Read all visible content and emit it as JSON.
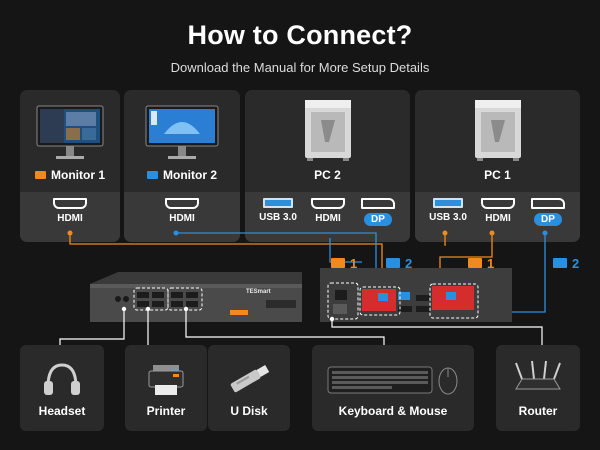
{
  "header": {
    "title": "How to Connect?",
    "subtitle": "Download the Manual for More Setup Details"
  },
  "top_devices": [
    {
      "name": "Monitor 1",
      "marker_color": "#f08a1c",
      "ports": [
        "HDMI"
      ]
    },
    {
      "name": "Monitor 2",
      "marker_color": "#2b8fe0",
      "ports": [
        "HDMI"
      ]
    },
    {
      "name": "PC 2",
      "ports": [
        "USB 3.0",
        "HDMI",
        "DP"
      ]
    },
    {
      "name": "PC 1",
      "ports": [
        "USB 3.0",
        "HDMI",
        "DP"
      ]
    }
  ],
  "switch_markers": [
    {
      "label": "1",
      "color": "#f08a1c"
    },
    {
      "label": "2",
      "color": "#2b8fe0"
    },
    {
      "label": "1",
      "color": "#f08a1c"
    },
    {
      "label": "2",
      "color": "#2b8fe0"
    }
  ],
  "switch_brand": "TESmart",
  "peripherals": [
    {
      "name": "Headset",
      "icon": "headset-icon"
    },
    {
      "name": "Printer",
      "icon": "printer-icon"
    },
    {
      "name": "U Disk",
      "icon": "usb-drive-icon"
    },
    {
      "name": "Keyboard & Mouse",
      "icon": "keyboard-mouse-icon"
    },
    {
      "name": "Router",
      "icon": "router-icon"
    }
  ],
  "colors": {
    "background": "#151515",
    "card": "#2a2a2a",
    "orange": "#f08a1c",
    "blue": "#2b8fe0",
    "switch_red": "#d52d2d"
  }
}
